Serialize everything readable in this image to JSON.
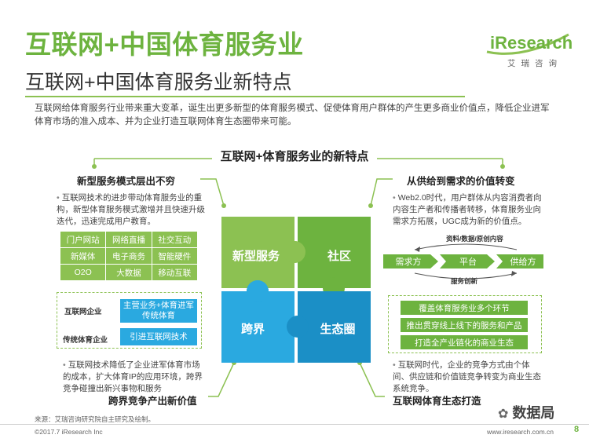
{
  "header": {
    "title": "互联网+中国体育服务业",
    "subtitle": "互联网+中国体育服务业新特点",
    "intro": "互联网给体育服务行业带来重大变革，诞生出更多新型的体育服务模式、促使体育用户群体的产生更多商业价值点，降低企业进军体育市场的准入成本、并为企业打造互联网体育生态圈带来可能。"
  },
  "logo": {
    "word": "iResearch",
    "cn": "艾瑞咨询"
  },
  "diagram": {
    "title": "互联网+体育服务业的新特点",
    "puzzle": [
      {
        "label": "新型服务",
        "color": "#8cc152"
      },
      {
        "label": "社区",
        "color": "#6db33f"
      },
      {
        "label": "跨界",
        "color": "#2aa9e0"
      },
      {
        "label": "生态圈",
        "color": "#2aa9e0"
      }
    ],
    "top_left": {
      "heading": "新型服务模式层出不穷",
      "bullet": "互联网技术的进步带动体育服务业的重构，新型体育服务模式激增并且快速升级迭代，迅速完成用户教育。",
      "grid": [
        "门户网站",
        "网络直播",
        "社交互动",
        "新媒体",
        "电子商务",
        "智能硬件",
        "O2O",
        "大数据",
        "移动互联"
      ]
    },
    "top_right": {
      "heading": "从供给到需求的价值转变",
      "bullet": "Web2.0时代，用户群体从内容消费者向内容生产者和传播者转移，体育服务业向需求方拓展，UGC成为新的价值点。",
      "flow_top": "资料/数据/原创内容",
      "flow_boxes": [
        "需求方",
        "平台",
        "供给方"
      ],
      "flow_bottom": "服务创新"
    },
    "bottom_left": {
      "heading": "跨界竞争产出新价值",
      "rows": [
        {
          "label": "互联网企业",
          "box": "主营业务+体育进军传统体育"
        },
        {
          "label": "传统体育企业",
          "box": "引进互联网技术"
        }
      ],
      "bullet": "互联网技术降低了企业进军体育市场的成本，扩大体育IP的应用环境，跨界竞争碰撞出新兴事物和服务"
    },
    "bottom_right": {
      "heading": "互联网体育生态打造",
      "boxes": [
        "覆盖体育服务业多个环节",
        "推出贯穿线上线下的服务和产品",
        "打造全产业链化的商业生态"
      ],
      "bullet": "互联网时代，企业的竞争方式由个体间、供应链和价值链竞争转变为商业生态系统竞争。"
    }
  },
  "footer": {
    "source": "来源：艾瑞咨询研究院自主研究及绘制。",
    "copyright": "©2017.7 iResearch Inc",
    "url": "www.iresearch.com.cn",
    "page": "8",
    "watermark": "数据局"
  }
}
